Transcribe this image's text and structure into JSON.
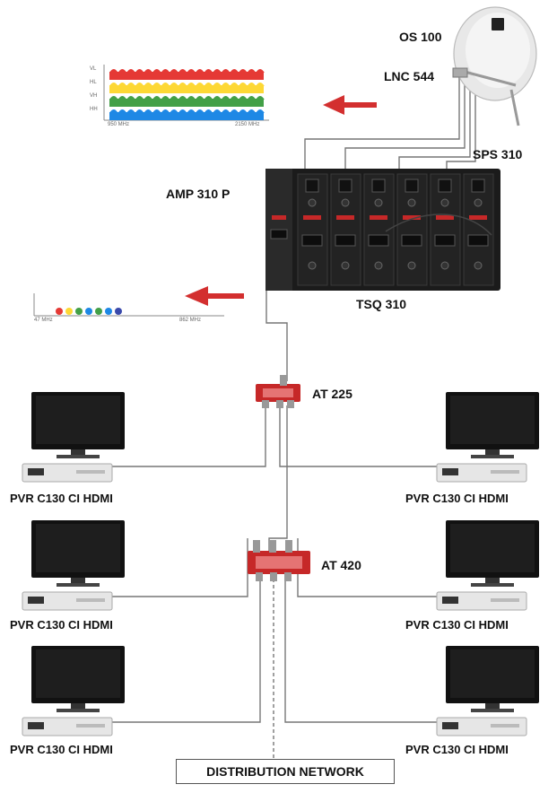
{
  "labels": {
    "dish": "OS 100",
    "lnb": "LNC 544",
    "sps": "SPS 310",
    "amp": "AMP 310 P",
    "headend": "TSQ 310",
    "splitter_top": "AT 225",
    "splitter_mid": "AT 420",
    "receiver": "PVR C130 CI HDMI",
    "distribution": "DISTRIBUTION NETWORK"
  },
  "spectrum_sat": {
    "bands": [
      "VL",
      "HL",
      "VH",
      "HH"
    ],
    "freq_low": "950 MHz",
    "freq_high": "2150 MHz",
    "colors": [
      "#e53935",
      "#fdd835",
      "#43a047",
      "#1e88e5"
    ]
  },
  "spectrum_out": {
    "freq_low": "47 MHz",
    "freq_high": "862 MHz",
    "dot_colors": [
      "#e53935",
      "#fdd835",
      "#43a047",
      "#1e88e5",
      "#43a047",
      "#1e88e5",
      "#3949ab"
    ]
  },
  "colors": {
    "arrow": "#d32f2f",
    "splitter": "#c62828",
    "headend": "#1c1c1c",
    "cable": "#777777"
  },
  "icons": {
    "tv": "flat-tv-icon",
    "receiver": "set-top-box-icon",
    "dish": "satellite-dish-icon"
  }
}
